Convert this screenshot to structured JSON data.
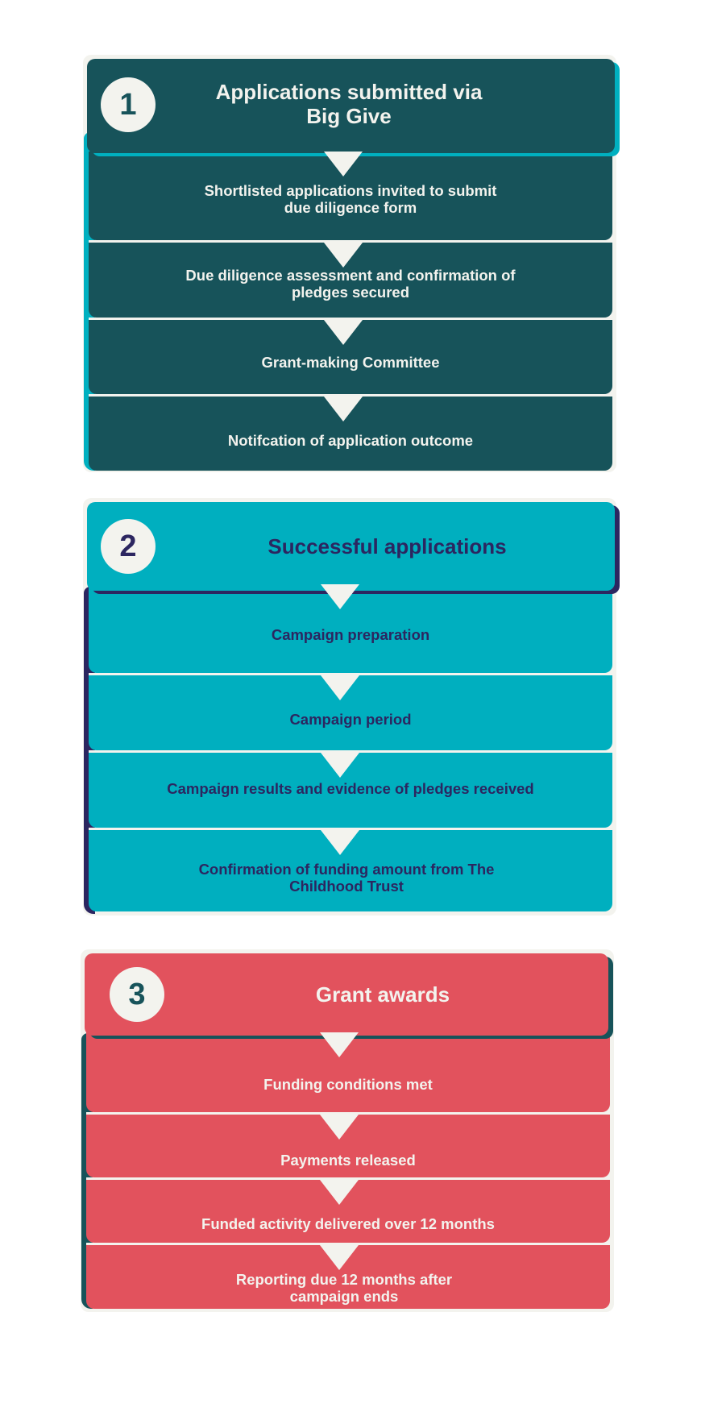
{
  "colors": {
    "dark_teal": "#17535a",
    "cyan": "#00afbf",
    "navy": "#2c2660",
    "coral": "#e2525d",
    "off_white": "#f3f3ee"
  },
  "sections": [
    {
      "number": "1",
      "title": "Applications submitted via Big Give",
      "steps": [
        "Shortlisted applications invited to submit due diligence form",
        "Due diligence assessment and  confirmation of pledges secured",
        "Grant-making Committee",
        "Notifcation of application outcome"
      ]
    },
    {
      "number": "2",
      "title": "Successful applications",
      "steps": [
        "Campaign preparation",
        "Campaign period",
        "Campaign results and evidence of pledges received",
        "Confirmation of funding amount from The Childhood Trust"
      ]
    },
    {
      "number": "3",
      "title": "Grant awards",
      "steps": [
        "Funding conditions met",
        "Payments released",
        "Funded activity delivered over 12 months",
        "Reporting due 12 months after campaign ends"
      ]
    }
  ]
}
